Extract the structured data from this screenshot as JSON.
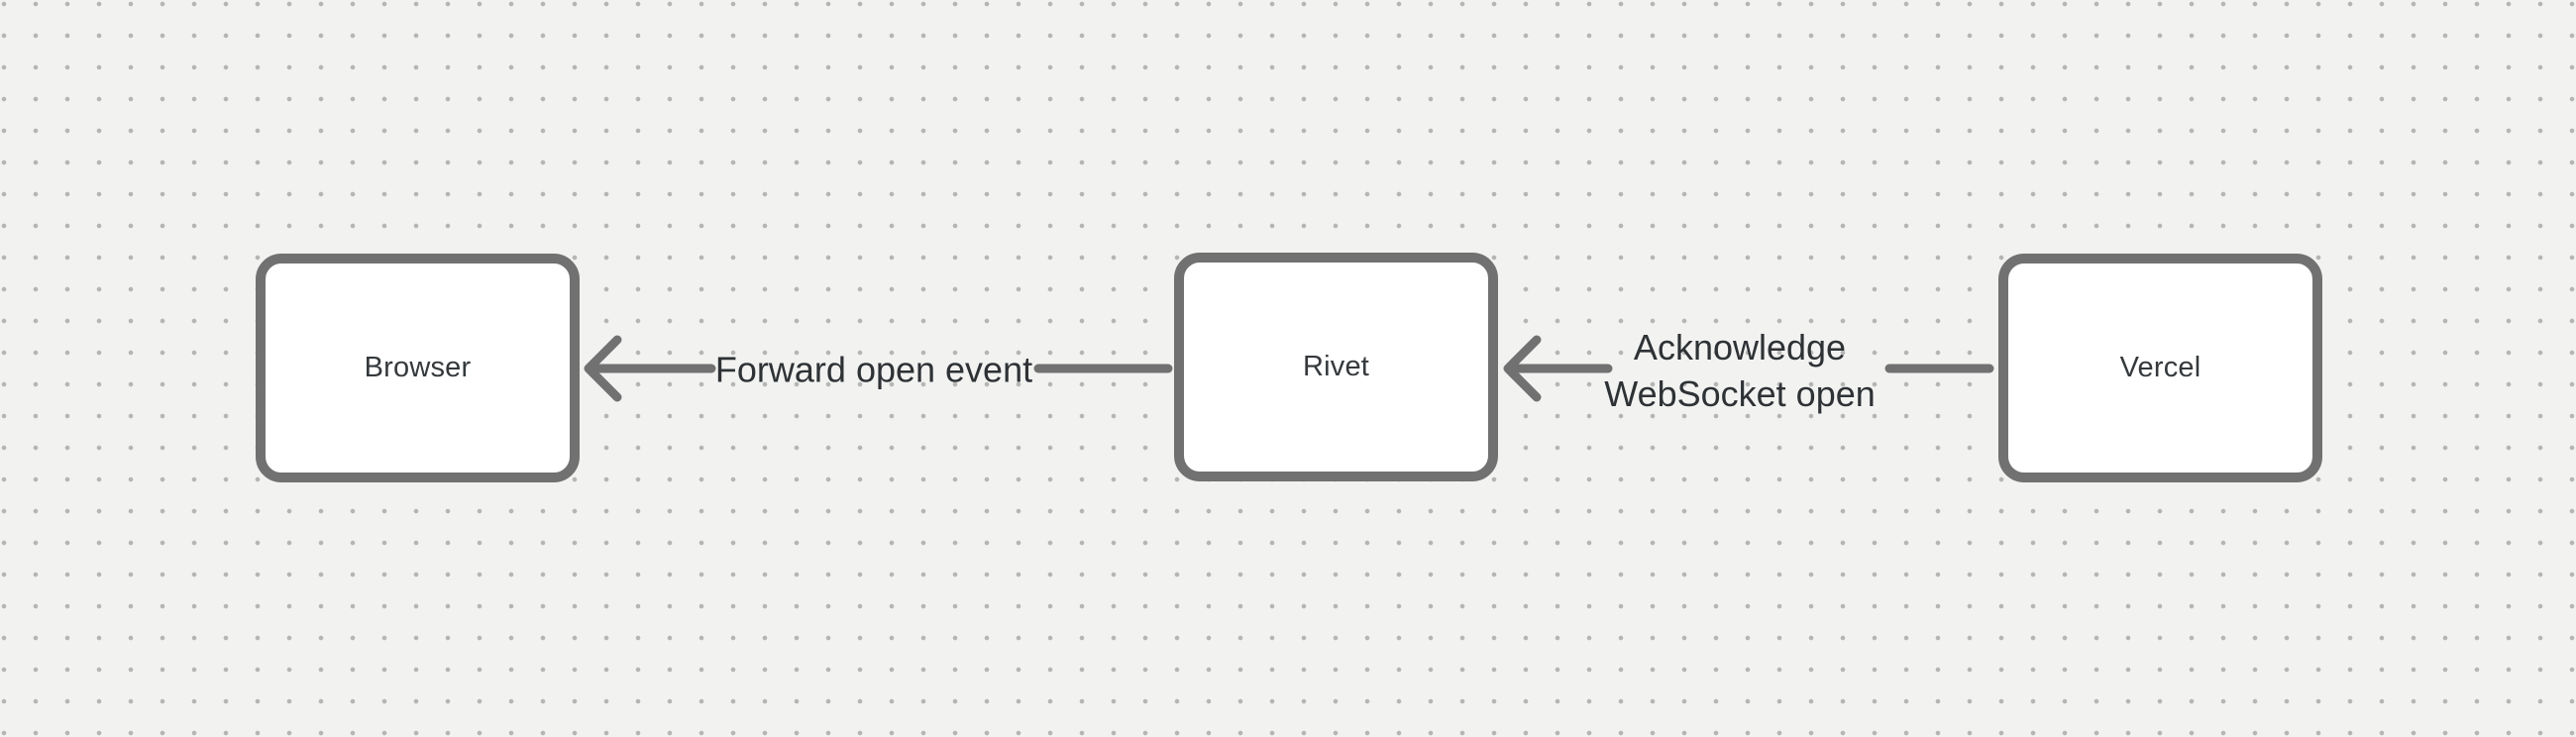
{
  "canvas": {
    "background_color": "#f2f2f1",
    "dot_color": "#b5b5b5",
    "stroke_color": "#717171",
    "node_fill_color": "#ffffff",
    "node_text_color": "#35393c",
    "label_text_color": "#2e3235"
  },
  "nodes": [
    {
      "id": "browser",
      "label": "Browser"
    },
    {
      "id": "rivet",
      "label": "Rivet"
    },
    {
      "id": "vercel",
      "label": "Vercel"
    }
  ],
  "edges": [
    {
      "from": "rivet",
      "to": "browser",
      "direction": "left",
      "label": "Forward open event"
    },
    {
      "from": "vercel",
      "to": "rivet",
      "direction": "left",
      "label_lines": [
        "Acknowledge",
        "WebSocket open"
      ]
    }
  ]
}
